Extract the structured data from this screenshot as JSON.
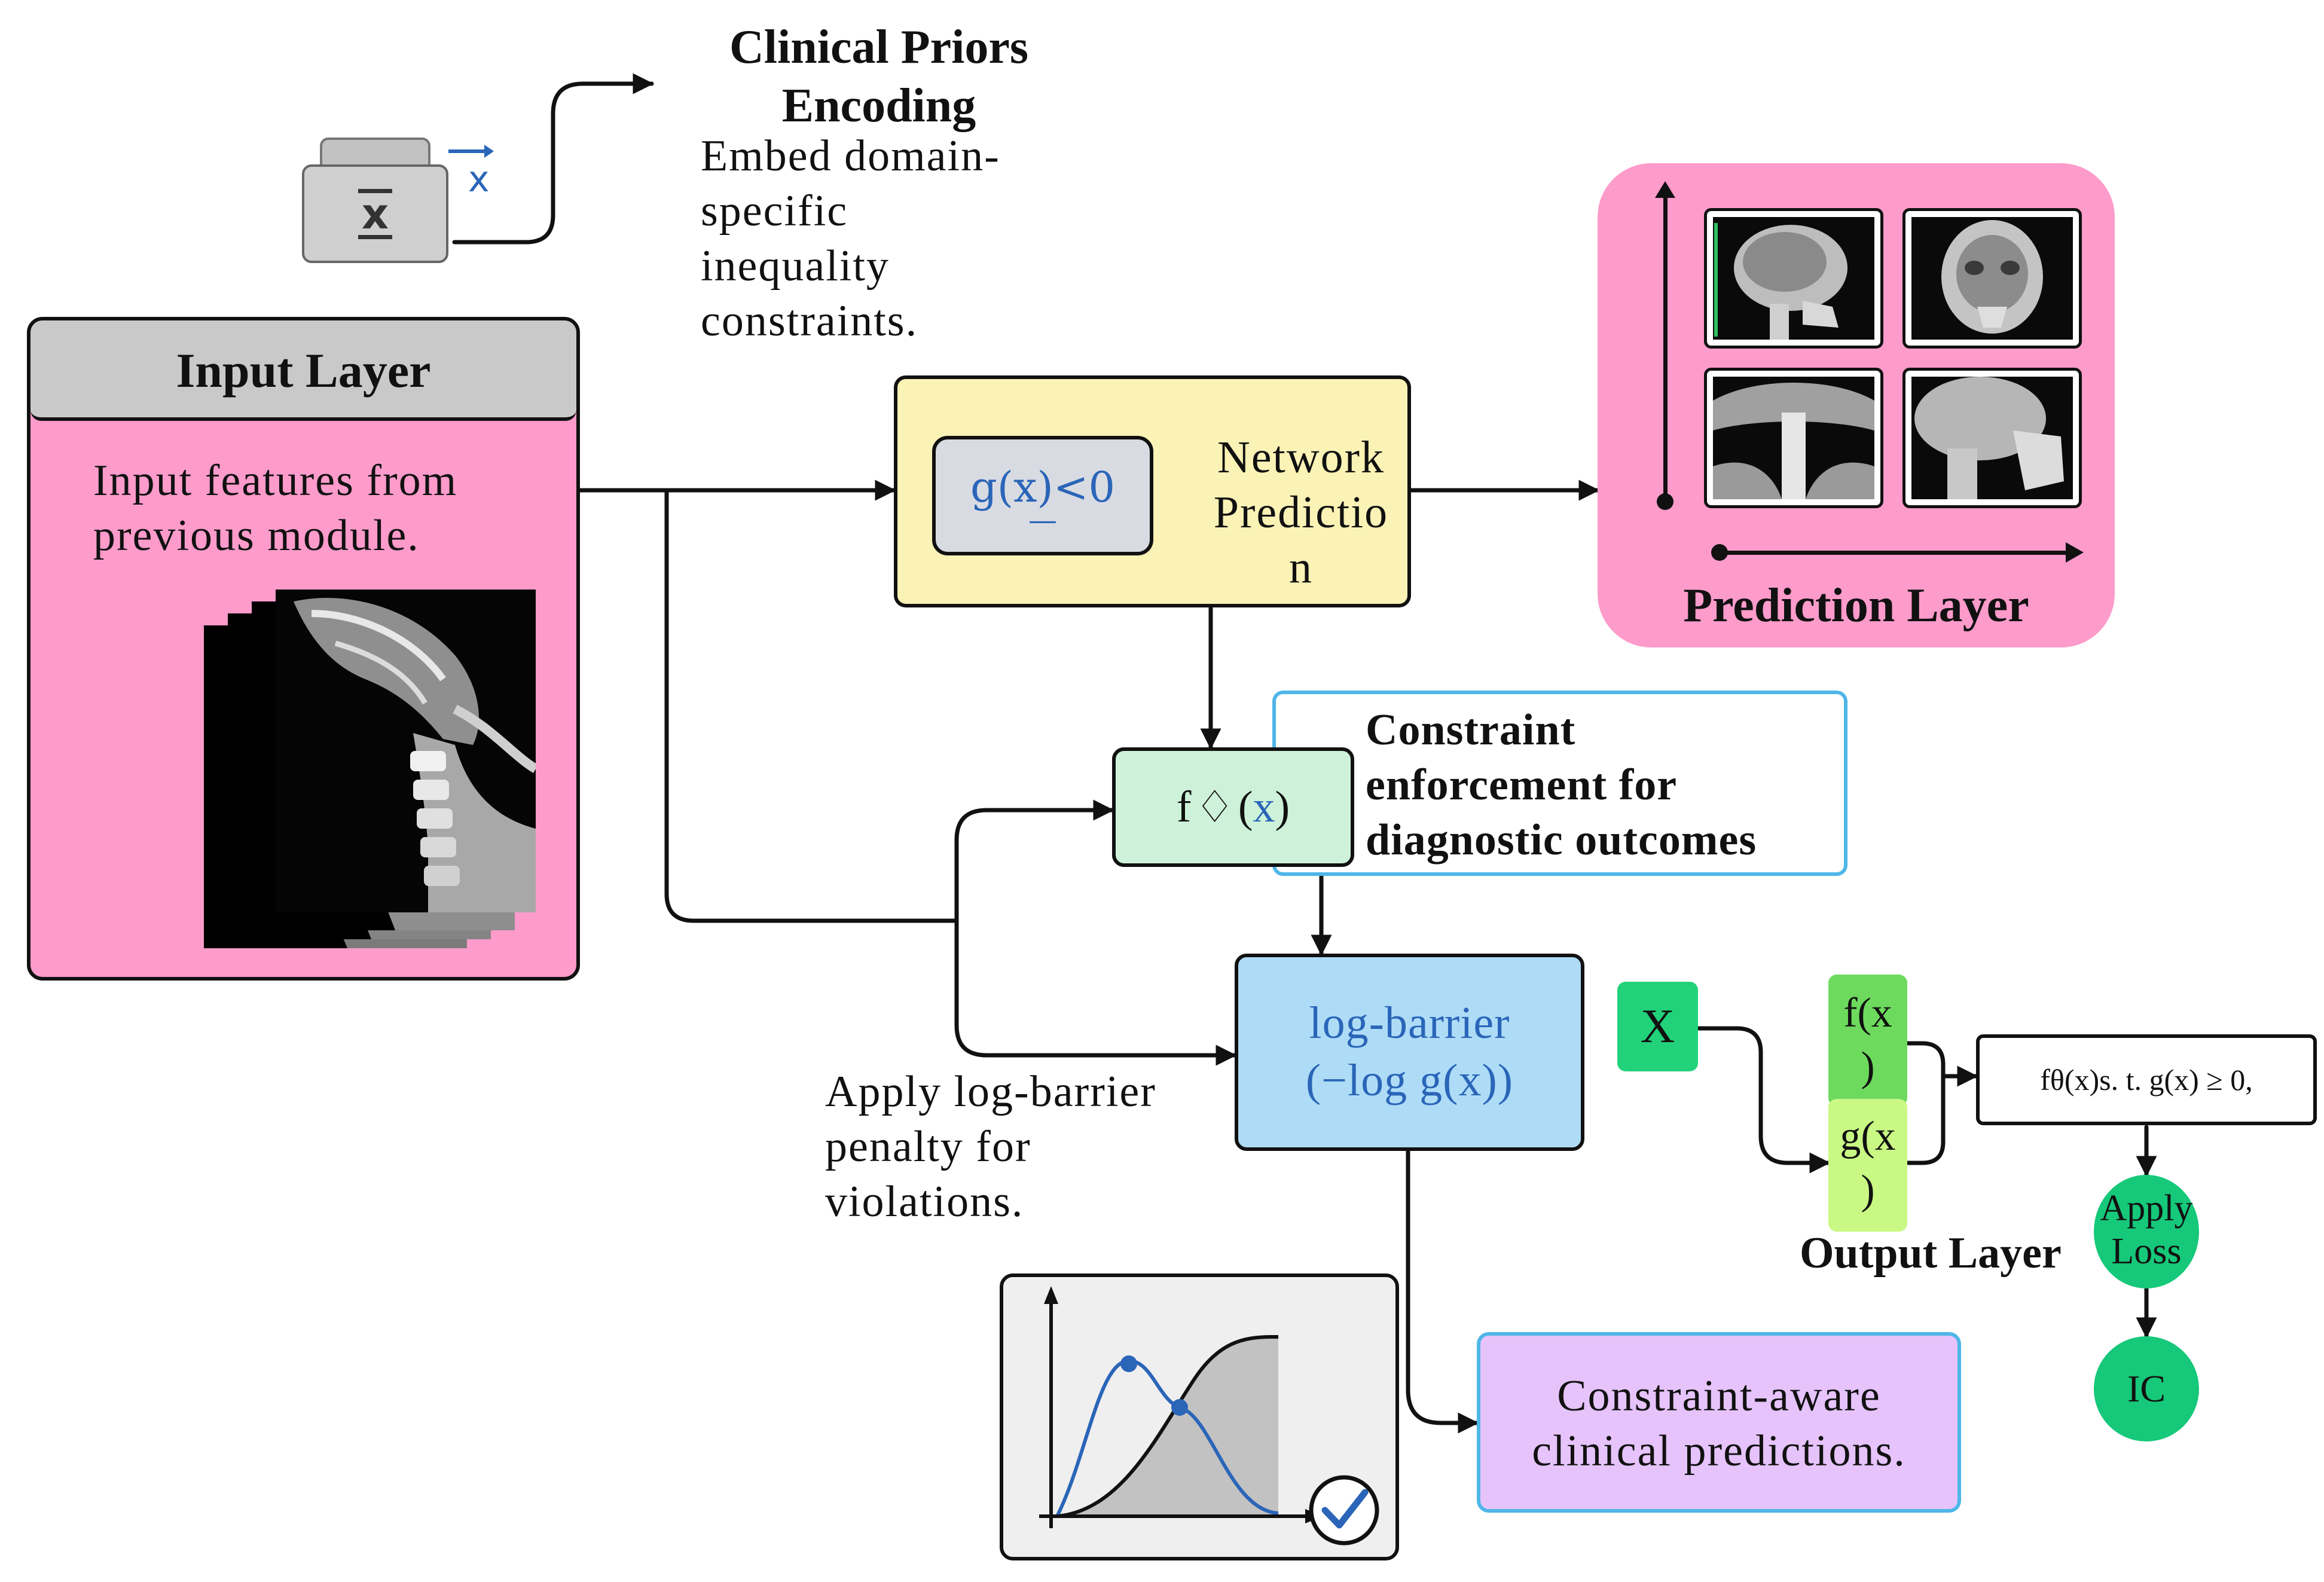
{
  "clinical_priors": {
    "title_line1": "Clinical Priors",
    "title_line2": "Encoding",
    "desc_lines": [
      "Embed domain-",
      "specific",
      "inequality",
      "constraints."
    ],
    "icon_label": "x",
    "icon_vector": "x"
  },
  "input_layer": {
    "header": "Input Layer",
    "desc_lines": [
      "Input features from",
      "previous module."
    ]
  },
  "network": {
    "inner_formula": "g(x)<0",
    "inner_underline": "—",
    "label_lines": [
      "Network",
      "Predictio",
      "n"
    ]
  },
  "prediction_layer": {
    "label": "Prediction Layer"
  },
  "f_node": {
    "f": "f",
    "diamond": "♢",
    "open": "(",
    "x": "x",
    "close": ")"
  },
  "constraint_box": {
    "lines": [
      "Constraint",
      "enforcement for",
      "diagnostic outcomes"
    ]
  },
  "log_barrier": {
    "line1": "log-barrier",
    "line2": "(−log g(x))"
  },
  "penalty_text": {
    "lines": [
      "Apply log-barrier",
      "penalty for",
      "violations."
    ]
  },
  "output_layer": {
    "x_node": "X",
    "f_lines": [
      "f(x",
      ")"
    ],
    "g_lines": [
      "g(x",
      ")"
    ],
    "formula": "fθ(x)s. t. g(x) ≥ 0,",
    "label": "Output Layer"
  },
  "apply_loss": {
    "lines": [
      "Apply",
      "Loss"
    ]
  },
  "ic_node": {
    "label": "IC"
  },
  "predictions_box": {
    "lines": [
      "Constraint-aware",
      "clinical predictions."
    ]
  },
  "colors": {
    "pink": "#fd9bcb",
    "gray_header": "#c9c9c9",
    "yellow": "#fbf2b6",
    "mint": "#cdf2d9",
    "light_blue": "#aedcf7",
    "lavender": "#e6c3fb",
    "green_x": "#22d27a",
    "green_f": "#6dda5e",
    "green_g": "#c9f984",
    "circle_green": "#16c879",
    "cyan_border": "#4fb6e8",
    "blue_text": "#2a65b8"
  }
}
